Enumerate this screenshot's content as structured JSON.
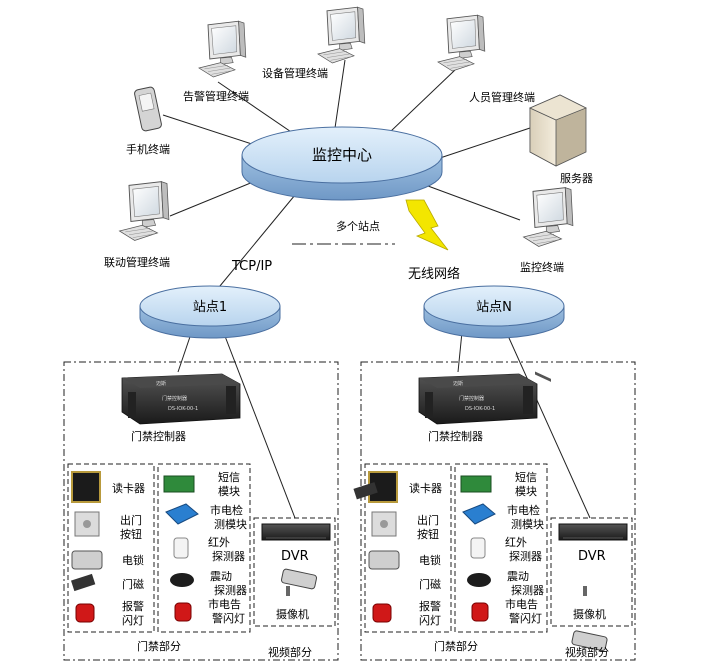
{
  "center": {
    "label": "监控中心"
  },
  "terminals": {
    "device_mgmt": "设备管理终端",
    "alarm_mgmt": "告警管理终端",
    "person_mgmt": "人员管理终端",
    "mobile": "手机终端",
    "server": "服务器",
    "linkage_mgmt": "联动管理终端",
    "monitor": "监控终端"
  },
  "links": {
    "tcpip": "TCP/IP",
    "wireless": "无线网络",
    "multi_sites": "多个站点"
  },
  "sites": [
    {
      "name": "站点1",
      "controller": "门禁控制器",
      "controller_brand": "迈斯",
      "controller_panel": "门禁控制器",
      "controller_model": "DS-IOK-00-1",
      "access_items": [
        "读卡器",
        "出门按钮",
        "电锁",
        "门磁",
        "报警闪灯"
      ],
      "detector_items": [
        "短信模块",
        "市电检测模块",
        "红外探测器",
        "震动探测器",
        "市电告警闪灯"
      ],
      "dvr": "DVR",
      "camera": "摄像机",
      "access_section": "门禁部分",
      "video_section": "视频部分"
    },
    {
      "name": "站点N",
      "controller": "门禁控制器",
      "controller_brand": "迈斯",
      "controller_panel": "门禁控制器",
      "controller_model": "DS-IOK-00-1",
      "access_items": [
        "读卡器",
        "出门按钮",
        "电锁",
        "门磁",
        "报警闪灯"
      ],
      "detector_items": [
        "短信模块",
        "市电检测模块",
        "红外探测器",
        "震动探测器",
        "市电告警闪灯"
      ],
      "dvr": "DVR",
      "camera": "摄像机",
      "access_section": "门禁部分",
      "video_section": "视频部分"
    }
  ],
  "colors": {
    "ellipse_fill": "#cfe4f5",
    "ellipse_stroke": "#4a6fa0",
    "lightning": "#f3e600",
    "alarm_red": "#d01818",
    "module_blue": "#2a7fd0"
  }
}
